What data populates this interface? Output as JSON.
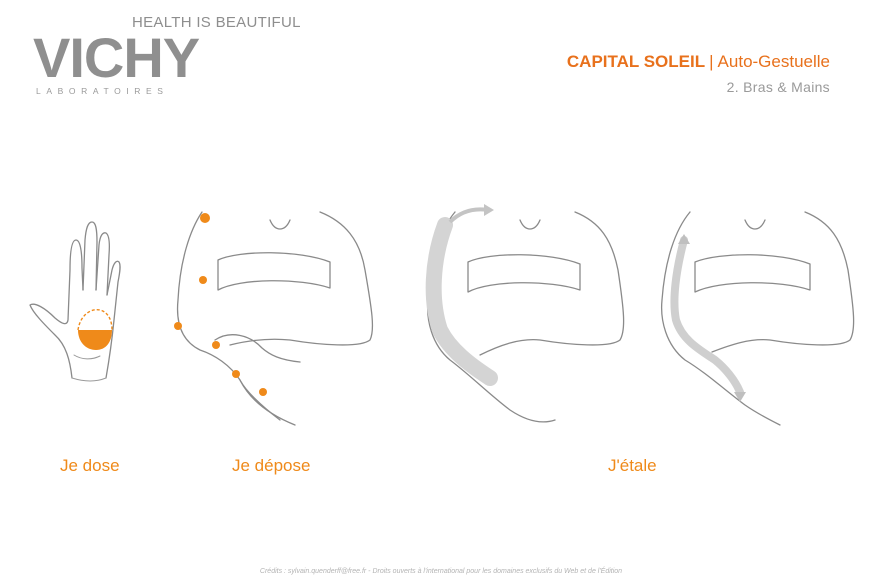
{
  "brand": {
    "tagline": "HEALTH IS BEAUTIFUL",
    "name": "VICHY",
    "sub": "LABORATOIRES"
  },
  "header": {
    "title_brand": "CAPITAL SOLEIL",
    "title_separator": "|",
    "title_rest": "Auto-Gestuelle",
    "subtitle": "2. Bras & Mains"
  },
  "steps": [
    {
      "label": "Je dose"
    },
    {
      "label": "Je dépose"
    },
    {
      "label": "J'étale"
    }
  ],
  "credits": "Crédits : sylvain.quenderff@free.fr - Droits ouverts à l'international pour les domaines exclusifs du Web et de l'Édition",
  "colors": {
    "accent": "#e8711c",
    "label": "#ef8a1a",
    "logo": "#8f8f8f",
    "line": "#8a8a8a"
  }
}
